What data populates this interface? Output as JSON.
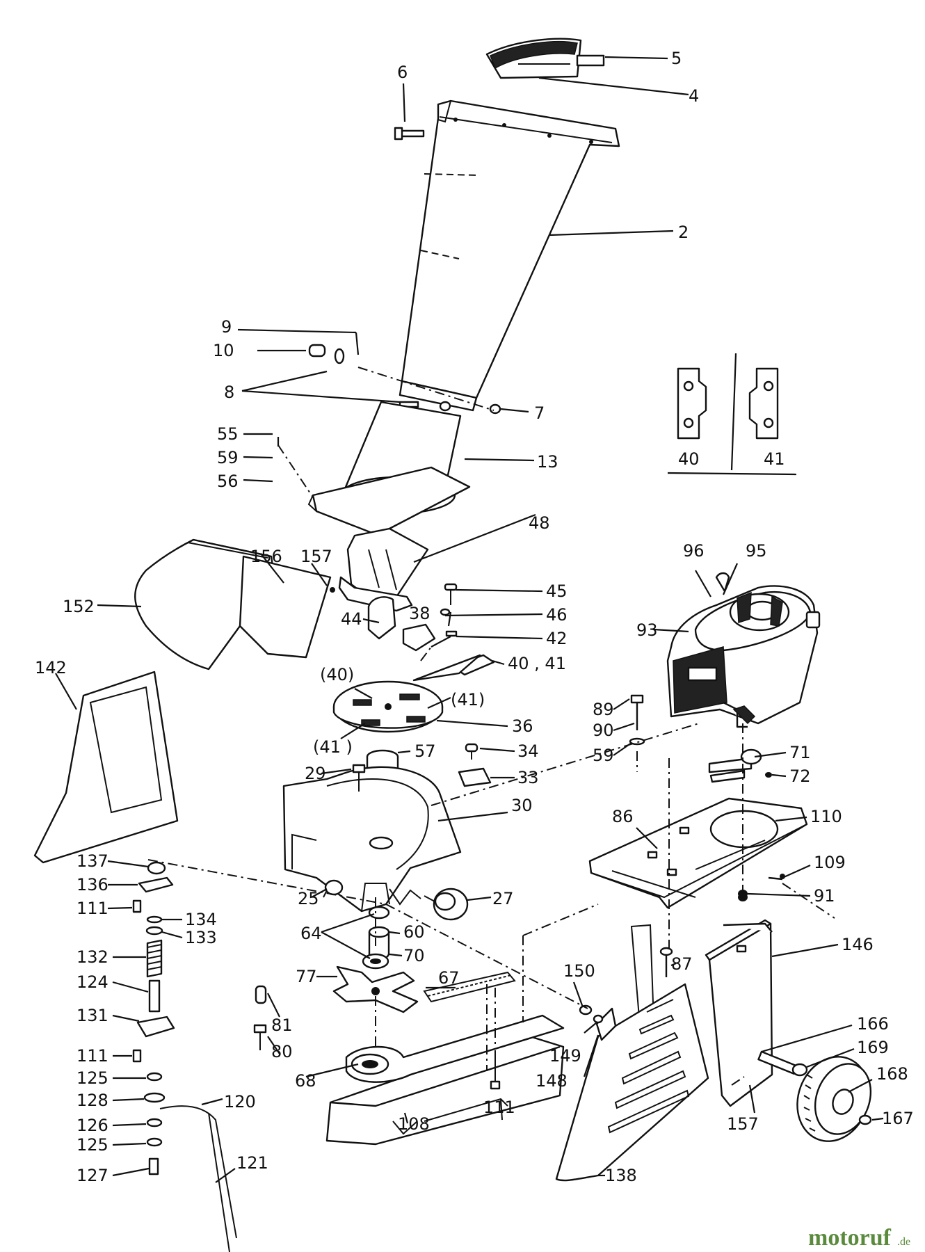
{
  "labels": [
    {
      "t": "5"
    },
    {
      "t": "4"
    },
    {
      "t": "6"
    },
    {
      "t": "2"
    },
    {
      "t": "9"
    },
    {
      "t": "10"
    },
    {
      "t": "8"
    },
    {
      "t": "7"
    },
    {
      "t": "13"
    },
    {
      "t": "55"
    },
    {
      "t": "59"
    },
    {
      "t": "56"
    },
    {
      "t": "48"
    },
    {
      "t": "156"
    },
    {
      "t": "157"
    },
    {
      "t": "152"
    },
    {
      "t": "45"
    },
    {
      "t": "46"
    },
    {
      "t": "42"
    },
    {
      "t": "40 , 41"
    },
    {
      "t": "44"
    },
    {
      "t": "38"
    },
    {
      "t": "(40)"
    },
    {
      "t": "(41)"
    },
    {
      "t": "36"
    },
    {
      "t": "(41 )"
    },
    {
      "t": "142"
    },
    {
      "t": "57"
    },
    {
      "t": "34"
    },
    {
      "t": "29"
    },
    {
      "t": "33"
    },
    {
      "t": "30"
    },
    {
      "t": "96"
    },
    {
      "t": "95"
    },
    {
      "t": "93"
    },
    {
      "t": "89"
    },
    {
      "t": "90"
    },
    {
      "t": "59"
    },
    {
      "t": "71"
    },
    {
      "t": "72"
    },
    {
      "t": "86"
    },
    {
      "t": "110"
    },
    {
      "t": "109"
    },
    {
      "t": "91"
    },
    {
      "t": "137"
    },
    {
      "t": "136"
    },
    {
      "t": "111"
    },
    {
      "t": "134"
    },
    {
      "t": "133"
    },
    {
      "t": "132"
    },
    {
      "t": "124"
    },
    {
      "t": "131"
    },
    {
      "t": "111"
    },
    {
      "t": "125"
    },
    {
      "t": "128"
    },
    {
      "t": "126"
    },
    {
      "t": "125"
    },
    {
      "t": "127"
    },
    {
      "t": "25"
    },
    {
      "t": "27"
    },
    {
      "t": "64"
    },
    {
      "t": "60"
    },
    {
      "t": "70"
    },
    {
      "t": "77"
    },
    {
      "t": "67"
    },
    {
      "t": "81"
    },
    {
      "t": "80"
    },
    {
      "t": "68"
    },
    {
      "t": "108"
    },
    {
      "t": "111"
    },
    {
      "t": "120"
    },
    {
      "t": "121"
    },
    {
      "t": "150"
    },
    {
      "t": "149"
    },
    {
      "t": "148"
    },
    {
      "t": "87"
    },
    {
      "t": "146"
    },
    {
      "t": "138"
    },
    {
      "t": "157"
    },
    {
      "t": "166"
    },
    {
      "t": "169"
    },
    {
      "t": "168"
    },
    {
      "t": "167"
    },
    {
      "t": "40"
    },
    {
      "t": "41"
    }
  ],
  "watermark": {
    "brand": "motoruf",
    "tld": ".de",
    "color": "#5a8a3c"
  }
}
